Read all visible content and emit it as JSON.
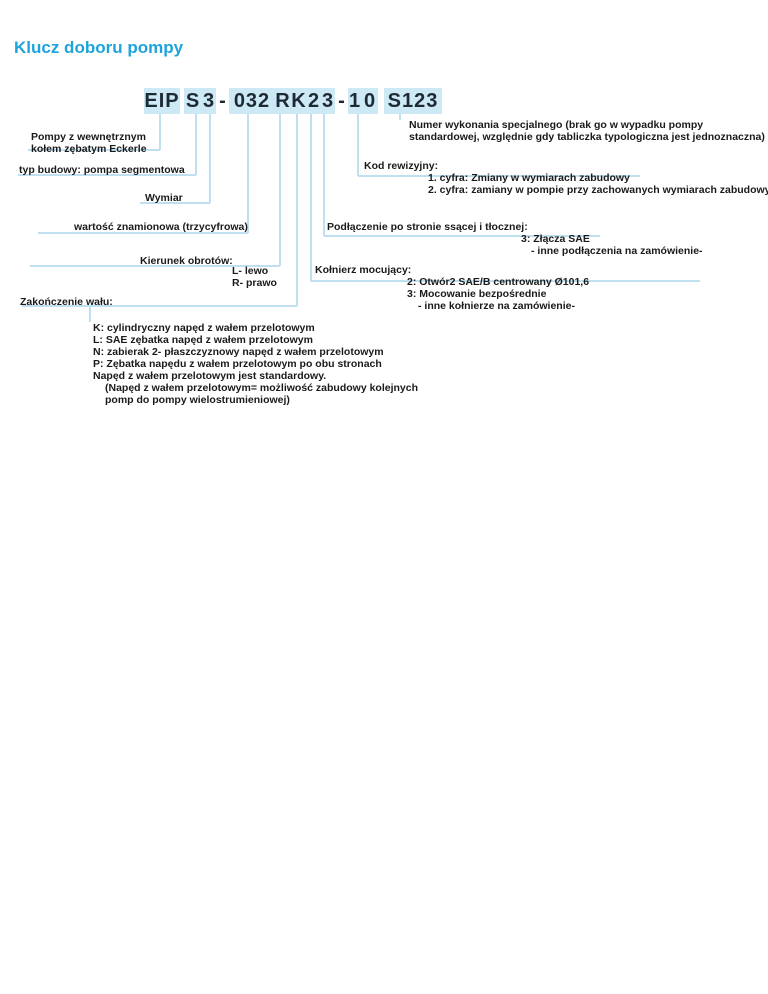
{
  "title": "Klucz doboru pompy",
  "code": {
    "seg_eip": "EIP",
    "seg_s": "S",
    "seg_3": "3",
    "dash1": "-",
    "seg_032": "032",
    "seg_r": "R",
    "seg_k": "K",
    "seg_2": "2",
    "seg_3b": "3",
    "dash2": "-",
    "seg_1": "1",
    "seg_0": "0",
    "seg_s123": "S123"
  },
  "labels": {
    "pompy": [
      "Pompy z wewnętrznym",
      "kołem zębatym Eckerle"
    ],
    "typ": "typ budowy: pompa segmentowa",
    "wymiar": "Wymiar",
    "wartosc": "wartość znamionowa (trzycyfrowa)",
    "kierunek": "Kierunek obrotów:",
    "lewo": "L- lewo",
    "prawo": "R- prawo",
    "zakonczenie": "Zakończenie wału:",
    "numer": [
      "Numer wykonania specjalnego (brak go w wypadku pompy",
      "standardowej, względnie gdy tabliczka typologiczna jest jednoznaczna)"
    ],
    "kod": "Kod rewizyjny:",
    "kod_1": "1. cyfra: Zmiany w wymiarach zabudowy",
    "kod_2": "2. cyfra: zamiany w pompie przy zachowanych wymiarach zabudowy",
    "podlaczenie": "Podłączenie po stronie ssącej i tłocznej:",
    "podlaczenie_3": "3: Złącza SAE",
    "podlaczenie_inne": "- inne podłączenia na zamówienie-",
    "kolnierz": "Kołnierz mocujący:",
    "kolnierz_2": "2:  Otwór2 SAE/B centrowany Ø101,6",
    "kolnierz_3": "3: Mocowanie bezpośrednie",
    "kolnierz_inne": "- inne kołnierze na zamówienie-",
    "shaft": [
      "K: cylindryczny napęd z wałem przelotowym",
      "L: SAE zębatka napęd z wałem przelotowym",
      "N: zabierak 2- płaszczyznowy napęd z wałem przelotowym",
      "P: Zębatka napędu z wałem przelotowym po obu stronach",
      "Napęd z wałem przelotowym jest standardowy.",
      "(Napęd z wałem przelotowym= możliwość zabudowy kolejnych",
      " pomp do pompy wielostrumieniowej)"
    ]
  },
  "colors": {
    "title": "#1fa3dc",
    "segment_bg": "#cde9f6",
    "connector": "#bfe0f0"
  }
}
